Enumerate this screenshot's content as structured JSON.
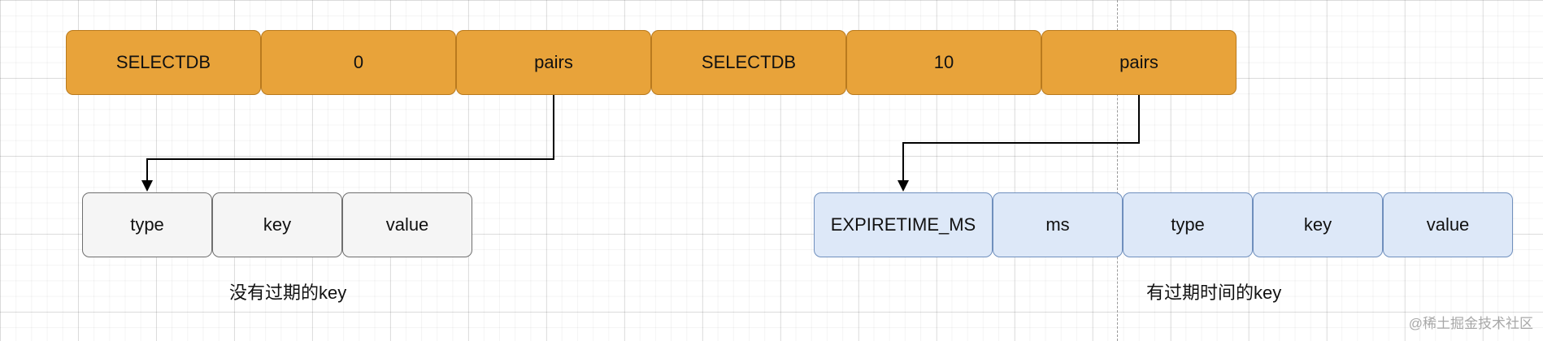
{
  "top_row": [
    "SELECTDB",
    "0",
    "pairs",
    "SELECTDB",
    "10",
    "pairs"
  ],
  "left_group": {
    "cells": [
      "type",
      "key",
      "value"
    ],
    "caption": "没有过期的key"
  },
  "right_group": {
    "cells": [
      "EXPIRETIME_MS",
      "ms",
      "type",
      "key",
      "value"
    ],
    "caption": "有过期时间的key"
  },
  "watermark": "@稀土掘金技术社区",
  "colors": {
    "top_row_fill": "#e8a33a",
    "left_group_fill": "#f5f5f5",
    "right_group_fill": "#dde8f8"
  }
}
